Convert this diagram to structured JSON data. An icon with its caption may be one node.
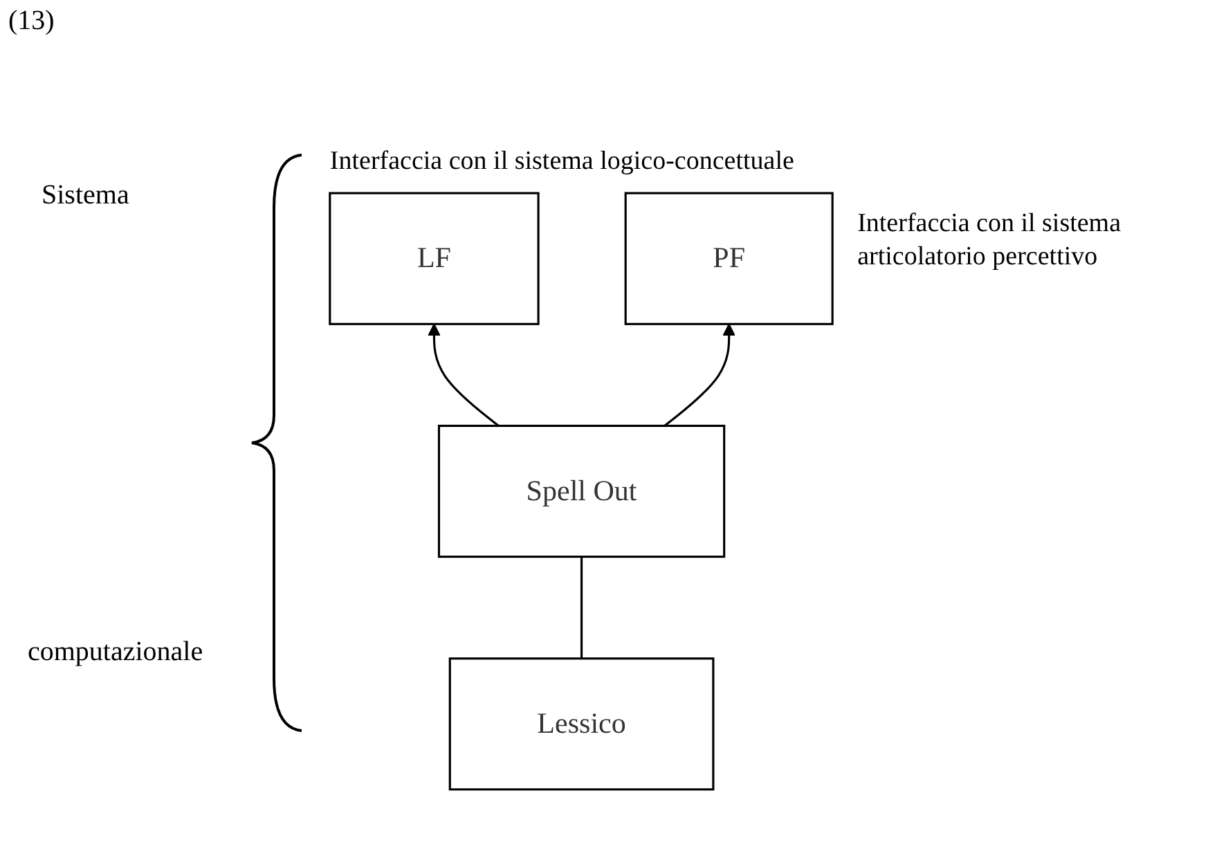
{
  "diagram": {
    "nodes": [
      {
        "text": [
          "LF"
        ],
        "beside": [
          "Interfaccia con il sistema logico-concettuale"
        ]
      },
      {
        "text": [
          "Spell Out"
        ]
      },
      {
        "text": [
          "PF"
        ],
        "beside": [
          "Interfaccia con il sistema articolatorio percettivo"
        ]
      },
      {
        "text": [
          "Lessico"
        ]
      }
    ],
    "edges": [
      {
        "from": 1,
        "to": 0,
        "arrow": "to"
      },
      {
        "from": 1,
        "to": 2,
        "arrow": "to"
      },
      {
        "from": 3,
        "to": 1,
        "arrow": "none"
      }
    ],
    "labels": [
      "(13)",
      "Sistema",
      "computazionale"
    ]
  }
}
